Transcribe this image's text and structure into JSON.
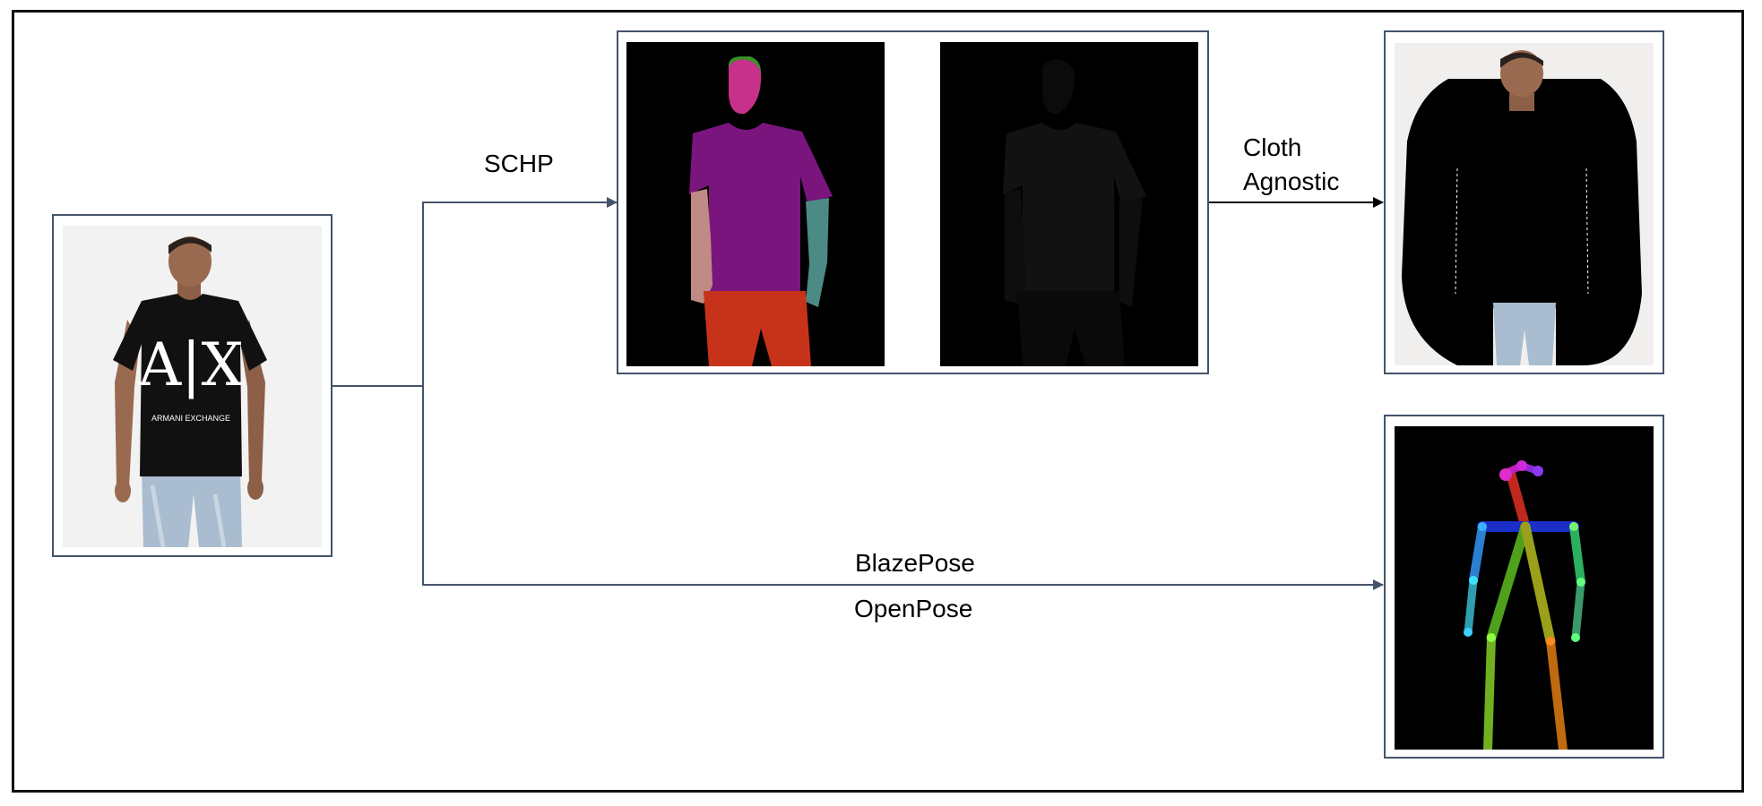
{
  "diagram": {
    "labels": {
      "schp": "SCHP",
      "cloth_agnostic_line1": "Cloth",
      "cloth_agnostic_line2": "Agnostic",
      "blazepose": "BlazePose",
      "openpose": "OpenPose"
    },
    "tshirt_logo": "A|X",
    "tshirt_brand": "ARMANI EXCHANGE",
    "colors": {
      "frame": "#111111",
      "panel_border": "#44546A",
      "connector": "#44546A",
      "arrow_black": "#000000",
      "parsing_face": "#C8318A",
      "parsing_hair": "#3A8F2B",
      "parsing_shirt": "#7A157E",
      "parsing_pants": "#C7321B",
      "parsing_left_arm": "#C08A85",
      "parsing_right_arm": "#4C8A86"
    },
    "icons": [
      "person-photo",
      "parsing-map",
      "label-map",
      "agnostic-image",
      "pose-skeleton"
    ]
  }
}
